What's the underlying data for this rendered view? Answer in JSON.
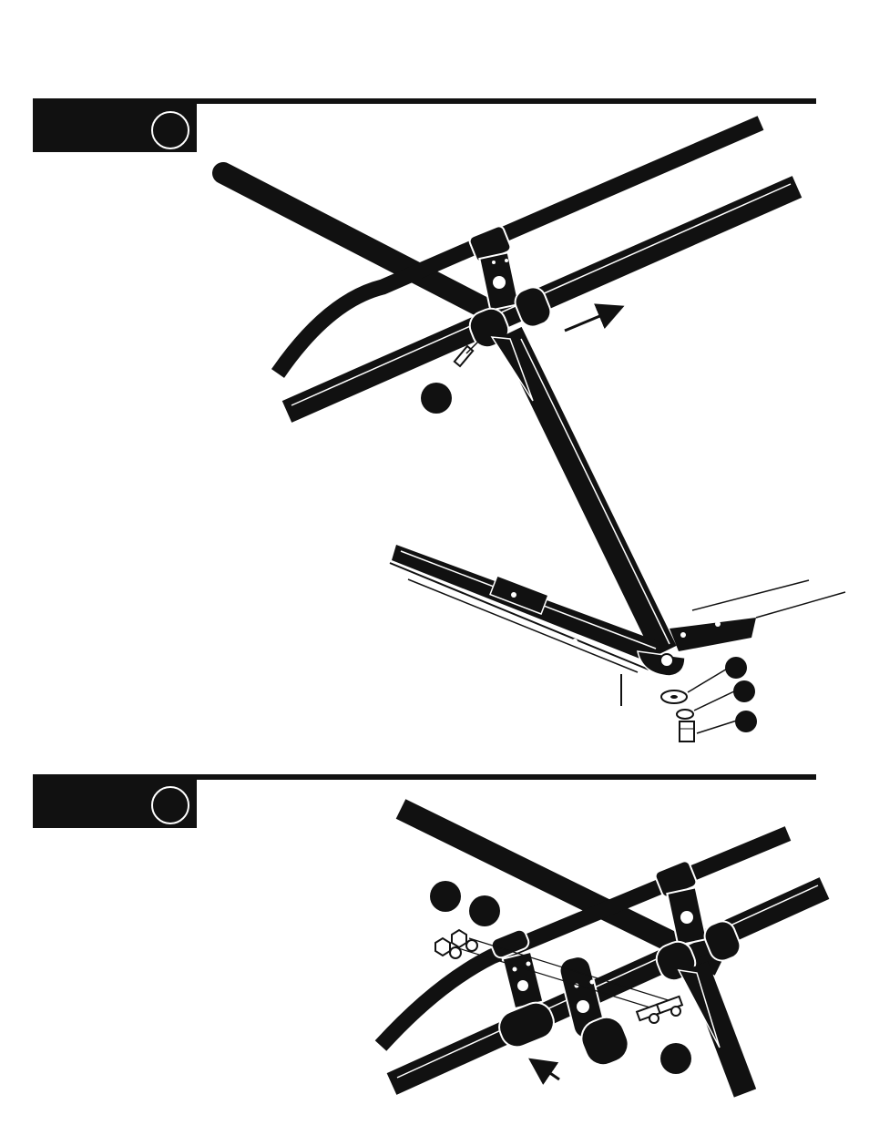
{
  "page": {
    "background": "#ffffff",
    "ink": "#111111"
  },
  "steps": [
    {
      "name": "step-1",
      "header_text": "",
      "step_number": "",
      "part_callouts": [
        "",
        "",
        "",
        ""
      ],
      "direction_arrow": "slide-right-up"
    },
    {
      "name": "step-2",
      "header_text": "",
      "step_number": "",
      "part_callouts": [
        "",
        "",
        ""
      ],
      "direction_arrow": "slide-left-up"
    }
  ]
}
